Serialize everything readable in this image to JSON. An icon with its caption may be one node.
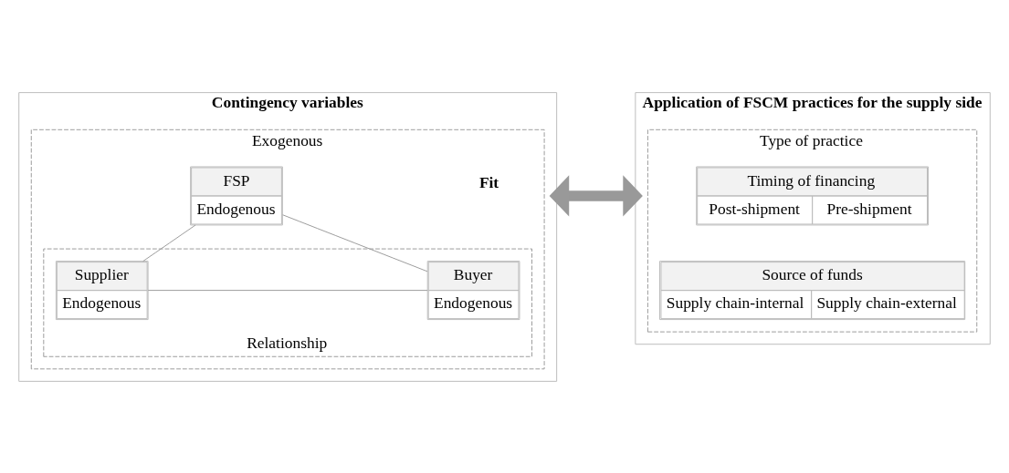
{
  "diagram": {
    "nodes": [
      {
        "text": [
          "Contingency variables"
        ]
      },
      {
        "text": [
          "Exogenous"
        ],
        "in": 0
      },
      {
        "text": [
          "FSP",
          "Endogenous"
        ],
        "in": 1
      },
      {
        "text": [
          "Relationship"
        ],
        "in": 1
      },
      {
        "text": [
          "Supplier",
          "Endogenous"
        ],
        "in": 3
      },
      {
        "text": [
          "Buyer",
          "Endogenous"
        ],
        "in": 3
      },
      {
        "text": [
          "Application of FSCM practices for the supply side"
        ]
      },
      {
        "text": [
          "Type of practice"
        ],
        "in": 6
      },
      {
        "text": [
          "Timing of financing",
          "Post-shipment",
          "Pre-shipment"
        ],
        "in": 7
      },
      {
        "text": [
          "Source of funds",
          "Supply chain-internal",
          "Supply chain-external"
        ],
        "in": 7
      }
    ],
    "edges": [
      {
        "from": 2,
        "to": 4,
        "arrow": "none"
      },
      {
        "from": 2,
        "to": 5,
        "arrow": "none"
      },
      {
        "from": 4,
        "to": 5,
        "arrow": "none"
      },
      {
        "from": 0,
        "to": 6,
        "arrow": "both",
        "label": "Fit",
        "style": "thick"
      }
    ]
  }
}
